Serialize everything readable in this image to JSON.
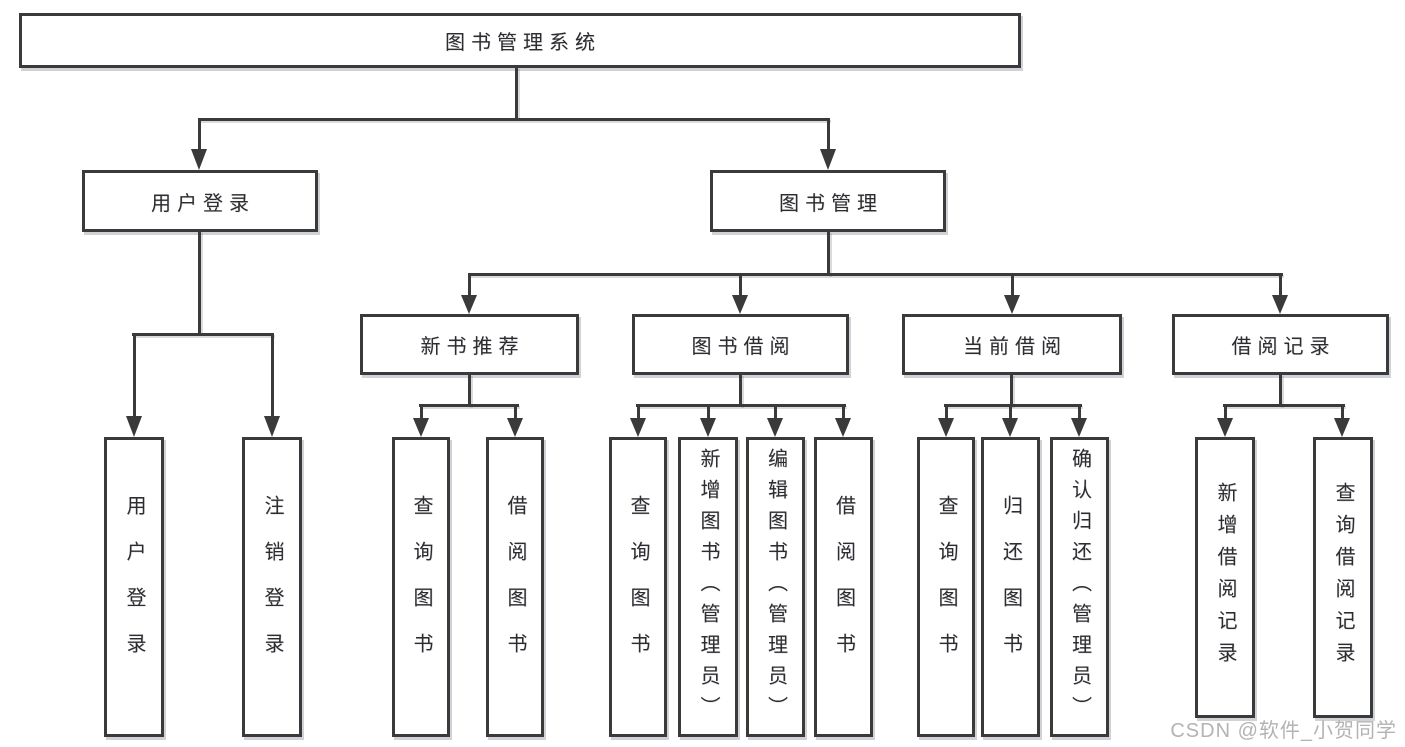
{
  "colors": {
    "line": "#3a3a3a",
    "box_border": "#3a3a3a",
    "box_fill": "#ffffff",
    "text": "#2d2d2d",
    "watermark_text_color": "#b3b3b3"
  },
  "diagram": {
    "title_node": "图书管理系统",
    "level2": {
      "user_login": "用户登录",
      "book_management": "图书管理"
    },
    "level3": {
      "new_book_recommend": "新书推荐",
      "book_borrow": "图书借阅",
      "current_borrow": "当前借阅",
      "borrow_records": "借阅记录"
    },
    "leaves": {
      "user_login": "用户登录",
      "logout": "注销登录",
      "query_books_1": "查询图书",
      "borrow_books_1": "借阅图书",
      "query_books_2": "查询图书",
      "add_books_admin": "新增图书（管理员）",
      "edit_books_admin": "编辑图书（管理员）",
      "borrow_books_2": "借阅图书",
      "query_books_3": "查询图书",
      "return_books": "归还图书",
      "confirm_return_admin": "确认归还（管理员）",
      "add_borrow_record": "新增借阅记录",
      "query_borrow_record": "查询借阅记录"
    }
  },
  "watermark": {
    "text": "CSDN @软件_小贺同学"
  }
}
